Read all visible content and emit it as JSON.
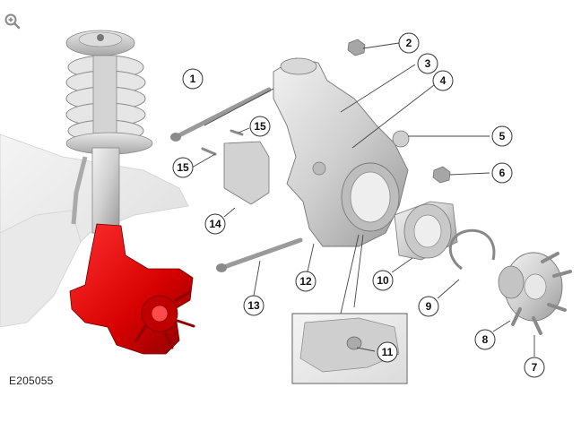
{
  "figure": {
    "code": "E205055",
    "zoom_icon": "magnifier-plus-icon"
  },
  "callouts": [
    "1",
    "2",
    "3",
    "4",
    "5",
    "6",
    "7",
    "8",
    "9",
    "10",
    "11",
    "12",
    "13",
    "14",
    "15",
    "15"
  ]
}
